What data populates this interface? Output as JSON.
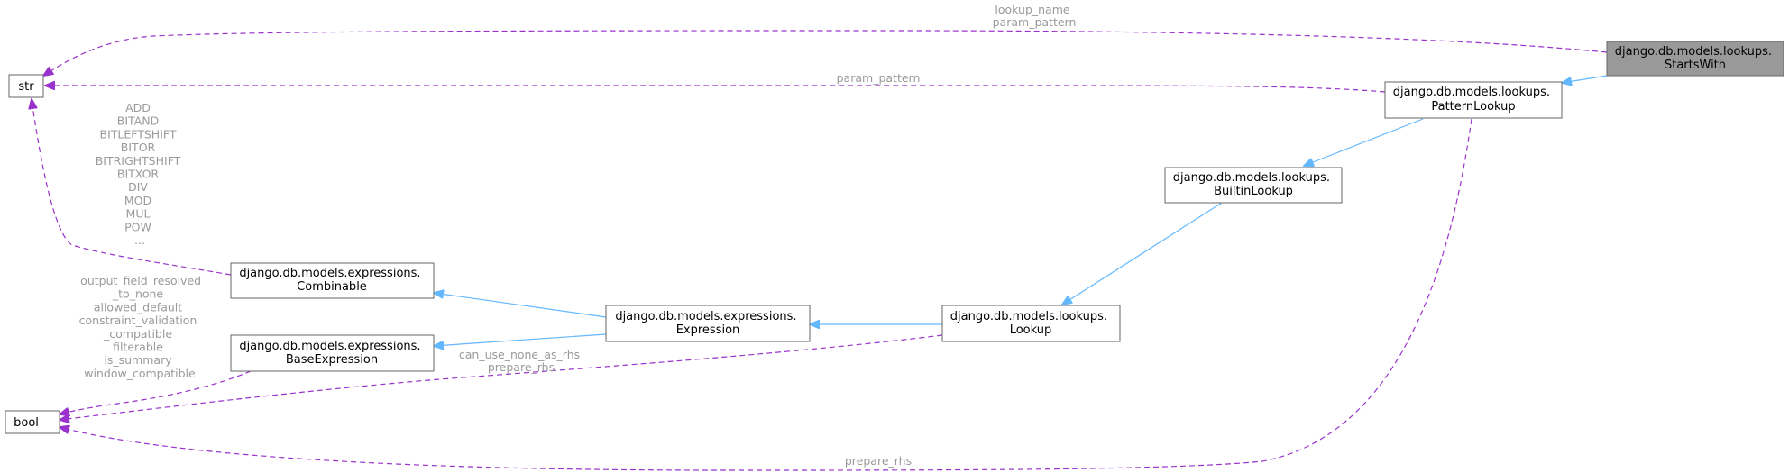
{
  "nodes": {
    "startswith": {
      "line1": "django.db.models.lookups.",
      "line2": "StartsWith"
    },
    "patternlookup": {
      "line1": "django.db.models.lookups.",
      "line2": "PatternLookup"
    },
    "builtinlookup": {
      "line1": "django.db.models.lookups.",
      "line2": "BuiltinLookup"
    },
    "lookup": {
      "line1": "django.db.models.lookups.",
      "line2": "Lookup"
    },
    "expression": {
      "line1": "django.db.models.expressions.",
      "line2": "Expression"
    },
    "combinable": {
      "line1": "django.db.models.expressions.",
      "line2": "Combinable"
    },
    "baseexpression": {
      "line1": "django.db.models.expressions.",
      "line2": "BaseExpression"
    },
    "str": {
      "label": "str"
    },
    "bool": {
      "label": "bool"
    }
  },
  "edge_labels": {
    "startswith_str": [
      "lookup_name",
      "param_pattern"
    ],
    "patternlookup_str": [
      "param_pattern"
    ],
    "combinable_str": [
      "ADD",
      "BITAND",
      "BITLEFTSHIFT",
      "BITOR",
      "BITRIGHTSHIFT",
      "BITXOR",
      "DIV",
      "MOD",
      "MUL",
      "POW",
      "..."
    ],
    "baseexpression_bool": [
      "_output_field_resolved",
      "_to_none",
      "allowed_default",
      "constraint_validation",
      "_compatible",
      "filterable",
      "is_summary",
      "window_compatible"
    ],
    "lookup_bool": [
      "can_use_none_as_rhs",
      "prepare_rhs"
    ],
    "patternlookup_bool": [
      "prepare_rhs"
    ]
  },
  "colors": {
    "inheritance_edge": "#63b8ff",
    "association_edge": "#9a32cd",
    "focus_node_fill": "#999999",
    "edge_label_text": "#9a9a9a"
  }
}
